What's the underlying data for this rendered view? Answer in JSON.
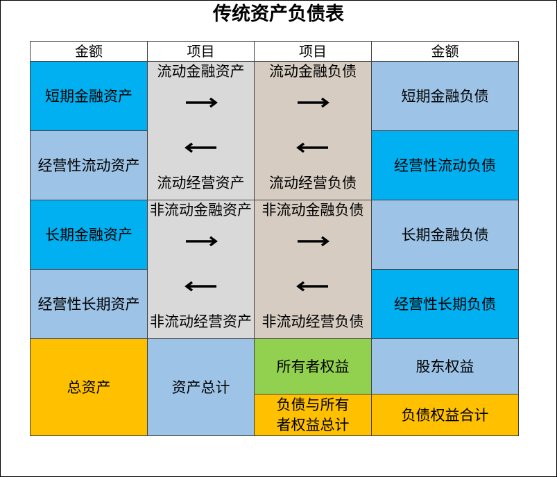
{
  "title": "传统资产负债表",
  "colors": {
    "border": "#404040",
    "header_fill": "#ffffff",
    "asset_items_fill": "#d9d9d9",
    "liability_items_fill": "#d6ccc1"
  },
  "icons": {
    "right_arrow": "right-arrow-icon",
    "left_arrow": "left-arrow-icon"
  },
  "headers": [
    "金额",
    "项目",
    "项目",
    "金额"
  ],
  "asset_amounts": {
    "rows": [
      {
        "label": "短期金融资产",
        "fill": "#00b0f0"
      },
      {
        "label": "经营性流动资产",
        "fill": "#9dc3e6"
      },
      {
        "label": "长期金融资产",
        "fill": "#00b0f0"
      },
      {
        "label": "经营性长期资产",
        "fill": "#9dc3e6"
      }
    ],
    "total": {
      "label": "总资产",
      "fill": "#ffc000"
    }
  },
  "asset_items": {
    "groups": [
      {
        "top": "流动金融资产",
        "bottom": "流动经营资产"
      },
      {
        "top": "非流动金融资产",
        "bottom": "非流动经营资产"
      }
    ],
    "total": {
      "label": "资产总计",
      "fill": "#9dc3e6"
    }
  },
  "liability_items": {
    "groups": [
      {
        "top": "流动金融负债",
        "bottom": "流动经营负债"
      },
      {
        "top": "非流动金融负债",
        "bottom": "非流动经营负债"
      }
    ],
    "equity": {
      "label": "所有者权益",
      "fill": "#92d050"
    },
    "total": {
      "label": "负债与所有者权益总计",
      "fill": "#ffc000"
    }
  },
  "liability_amounts": {
    "rows": [
      {
        "label": "短期金融负债",
        "fill": "#9dc3e6"
      },
      {
        "label": "经营性流动负债",
        "fill": "#00b0f0"
      },
      {
        "label": "长期金融负债",
        "fill": "#9dc3e6"
      },
      {
        "label": "经营性长期负债",
        "fill": "#00b0f0"
      }
    ],
    "equity": {
      "label": "股东权益",
      "fill": "#9dc3e6"
    },
    "total": {
      "label": "负债权益合计",
      "fill": "#ffc000"
    }
  }
}
